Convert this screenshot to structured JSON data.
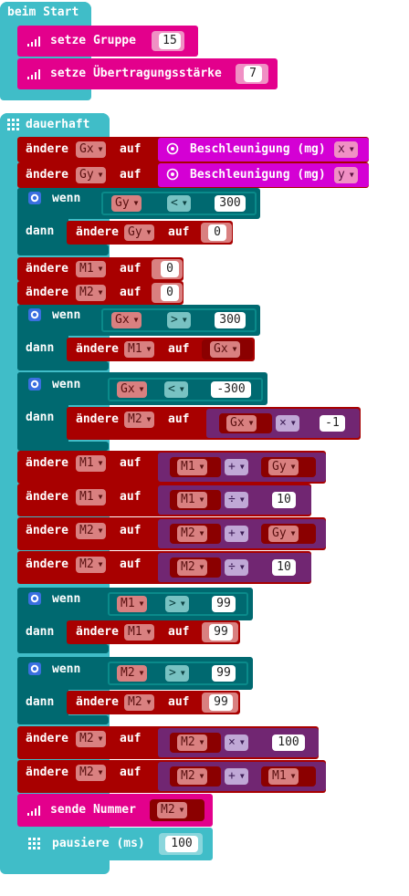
{
  "colors": {
    "loops": "#40bdc8",
    "radio": "#e3008c",
    "variables": "#a80000",
    "logic": "#006970",
    "math": "#712672",
    "input": "#d400d4",
    "background": "#ffffff"
  },
  "icons": {
    "radio": "signal-bars-icon",
    "loops": "grid-icon",
    "logic": "gear-icon",
    "input": "target-icon"
  },
  "on_start": {
    "label": "beim Start",
    "set_group": {
      "label": "setze Gruppe",
      "value": "15"
    },
    "set_power": {
      "label": "setze Übertragungsstärke",
      "value": "7"
    }
  },
  "forever": {
    "label": "dauerhaft",
    "set_word": "ändere",
    "to_word": "auf",
    "if_word": "wenn",
    "then_word": "dann",
    "accel_label": "Beschleunigung (mg)",
    "axis_x": "x",
    "axis_y": "y",
    "vars": {
      "gx": "Gx",
      "gy": "Gy",
      "m1": "M1",
      "m2": "M2"
    },
    "ops": {
      "lt": "<",
      "gt": ">",
      "times": "×",
      "plus": "+",
      "divide": "÷"
    },
    "nums": {
      "n300": "300",
      "n0": "0",
      "nm300": "-300",
      "nm1": "-1",
      "n10": "10",
      "n99": "99",
      "n100": "100"
    },
    "send_label": "sende Nummer",
    "pause_label": "pausiere (ms)",
    "pause_value": "100"
  }
}
